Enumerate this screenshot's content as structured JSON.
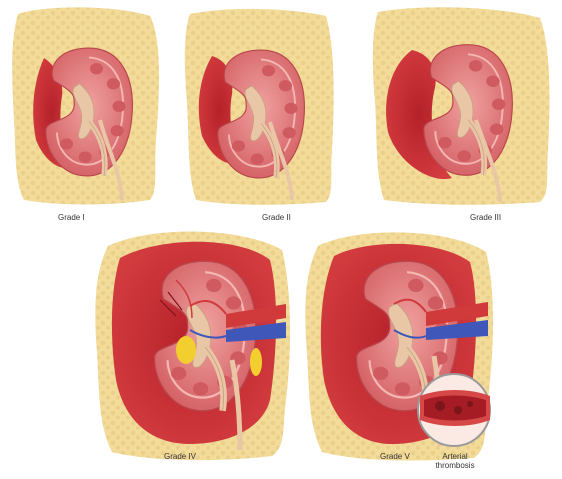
{
  "panels": [
    {
      "id": "grade-1",
      "label": "Grade I"
    },
    {
      "id": "grade-2",
      "label": "Grade II"
    },
    {
      "id": "grade-3",
      "label": "Grade III"
    },
    {
      "id": "grade-4",
      "label": "Grade IV"
    },
    {
      "id": "grade-5",
      "label": "Grade V"
    }
  ],
  "callout": {
    "line1": "Arterial",
    "line2": "thrombosis"
  },
  "colors": {
    "fat": "#f3dc9a",
    "fat_dots": "#e7c970",
    "hematoma": "#c3272e",
    "kidney": "#e07b7b",
    "medulla": "#cf5a60",
    "pelvis": "#e9c7a6",
    "artery": "#d13a3a",
    "vein": "#3f57b8",
    "urine": "#f2cf2f"
  }
}
